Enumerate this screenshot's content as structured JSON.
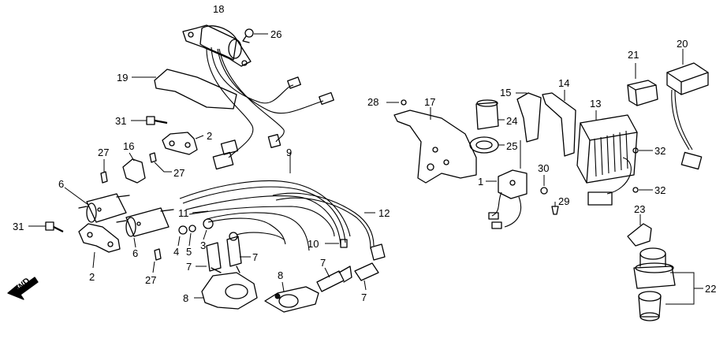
{
  "diagram": {
    "orientation_label": "FWD",
    "callouts": {
      "c1": "1",
      "c2a": "2",
      "c2b": "2",
      "c3": "3",
      "c4": "4",
      "c5": "5",
      "c6a": "6",
      "c6b": "6",
      "c7a": "7",
      "c7b": "7",
      "c7c": "7",
      "c7d": "7",
      "c8a": "8",
      "c8b": "8",
      "c9": "9",
      "c10": "10",
      "c11": "11",
      "c12": "12",
      "c13": "13",
      "c14": "14",
      "c15": "15",
      "c16": "16",
      "c17": "17",
      "c18": "18",
      "c19": "19",
      "c20": "20",
      "c21": "21",
      "c22": "22",
      "c23": "23",
      "c24": "24",
      "c25": "25",
      "c26": "26",
      "c27a": "27",
      "c27b": "27",
      "c27c": "27",
      "c28": "28",
      "c29": "29",
      "c30": "30",
      "c31a": "31",
      "c31b": "31",
      "c32a": "32",
      "c32b": "32"
    }
  }
}
